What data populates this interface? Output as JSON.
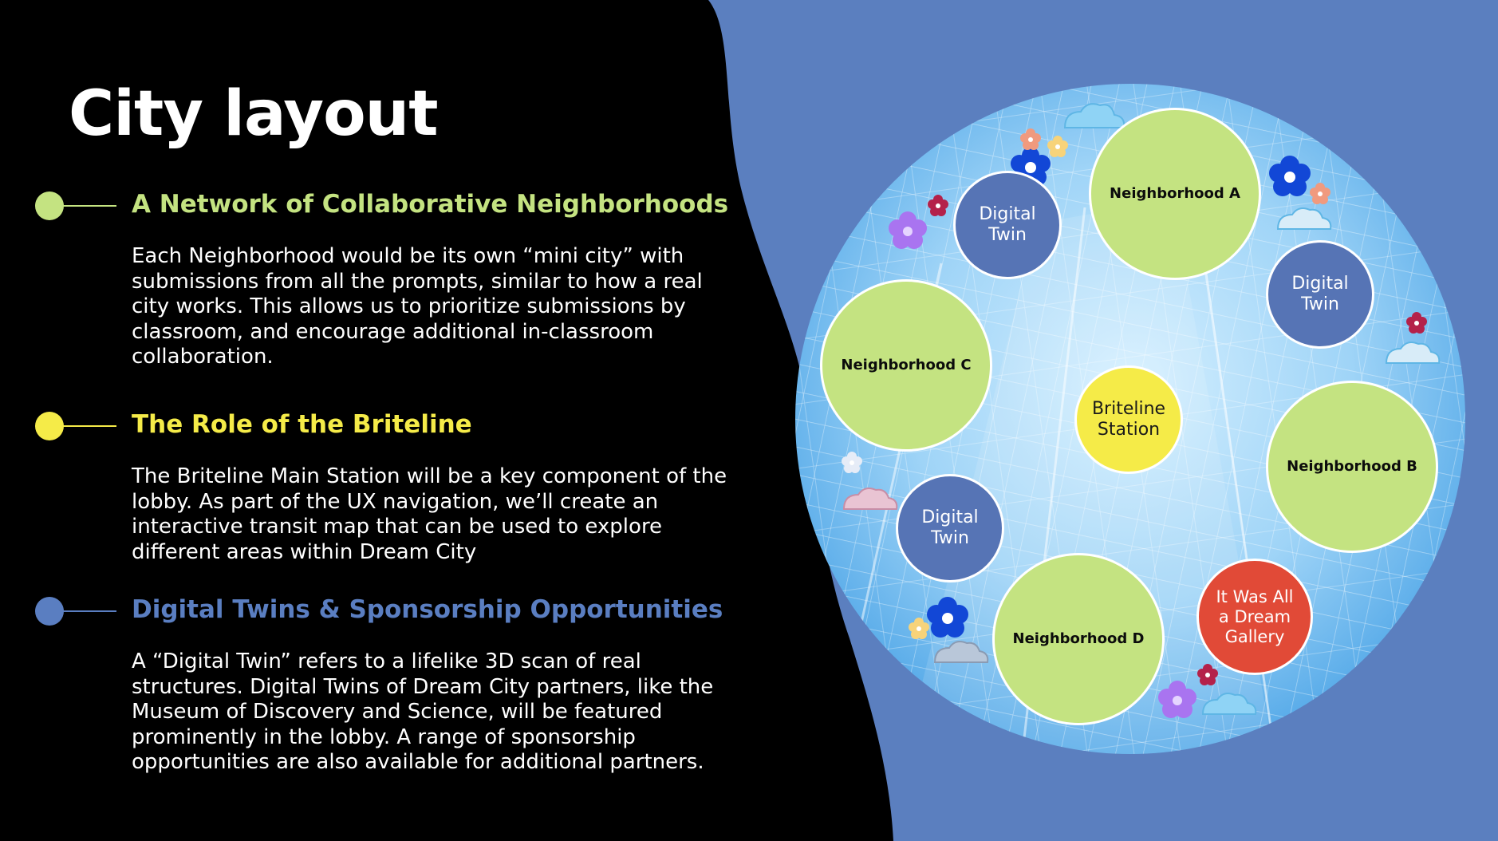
{
  "title": "City layout",
  "sections": [
    {
      "heading": "A Network of Collaborative Neighborhoods",
      "body": "Each Neighborhood would be its own “mini city” with submissions from all the prompts, similar to how a real city works. This allows us to prioritize submissions by classroom, and encourage additional in-classroom collaboration.",
      "color": "#c4e381"
    },
    {
      "heading": "The Role of the Briteline",
      "body": "The Briteline Main Station will be a key component of the lobby. As part of the UX navigation, we’ll create an interactive transit map that can be used to explore different areas within Dream City",
      "color": "#f5eb48"
    },
    {
      "heading": "Digital Twins & Sponsorship Opportunities",
      "body": "A “Digital Twin” refers to a lifelike 3D scan of real structures. Digital Twins of Dream City partners, like the Museum of Discovery and Science, will be featured prominently in the lobby. A range of sponsorship opportunities are also available for additional partners.",
      "color": "#5a7ec1"
    }
  ],
  "diagram": {
    "nodes": {
      "neighborhood_a": "Neighborhood A",
      "neighborhood_b": "Neighborhood B",
      "neighborhood_c": "Neighborhood C",
      "neighborhood_d": "Neighborhood D",
      "digital_twin_1": "Digital Twin",
      "digital_twin_2": "Digital Twin",
      "digital_twin_3": "Digital Twin",
      "station": "Briteline Station",
      "gallery": "It Was All a Dream Gallery"
    }
  },
  "colors": {
    "background": "#000000",
    "panel_blue": "#5b7fbf",
    "neighborhood_green": "#c4e381",
    "station_yellow": "#f5eb48",
    "twin_blue": "#5674b5",
    "gallery_red": "#e14a37"
  }
}
